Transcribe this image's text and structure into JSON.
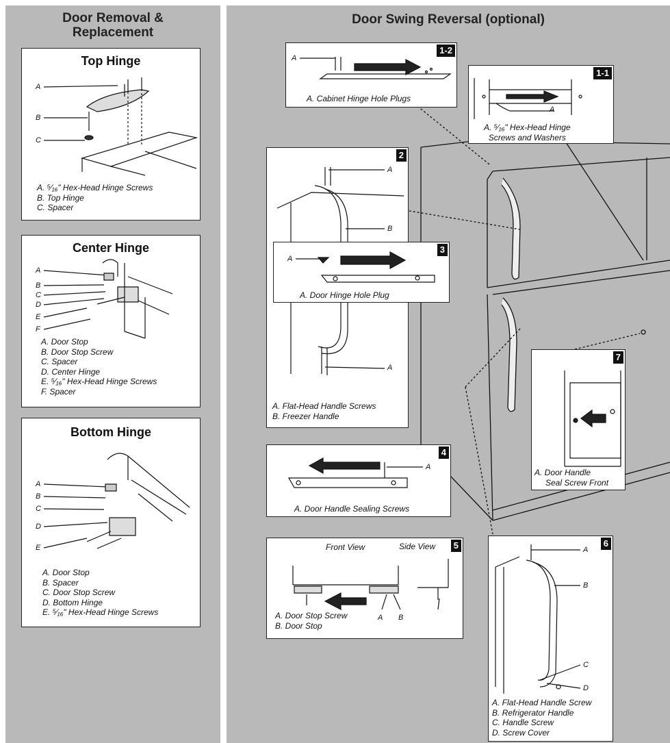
{
  "left": {
    "title_line1": "Door Removal &",
    "title_line2": "Replacement",
    "top_hinge": {
      "title": "Top Hinge",
      "labels": [
        "A",
        "B",
        "C"
      ],
      "captions": [
        "A. ⁵⁄₁₆\" Hex-Head Hinge Screws",
        "B. Top Hinge",
        "C. Spacer"
      ]
    },
    "center_hinge": {
      "title": "Center Hinge",
      "labels": [
        "A",
        "B",
        "C",
        "D",
        "E",
        "F"
      ],
      "captions": [
        "A. Door Stop",
        "B. Door Stop Screw",
        "C. Spacer",
        "D. Center Hinge",
        "E. ⁵⁄₁₆\" Hex-Head Hinge Screws",
        "F. Spacer"
      ]
    },
    "bottom_hinge": {
      "title": "Bottom Hinge",
      "labels": [
        "A",
        "B",
        "C",
        "D",
        "E"
      ],
      "captions": [
        "A. Door Stop",
        "B. Spacer",
        "C. Door Stop Screw",
        "D. Bottom Hinge",
        "E. ⁵⁄₁₆\" Hex-Head Hinge Screws"
      ]
    }
  },
  "right": {
    "title": "Door Swing Reversal (optional)",
    "step_1_2": {
      "badge": "1-2",
      "label": "A",
      "caption": "A. Cabinet Hinge Hole Plugs"
    },
    "step_1_1": {
      "badge": "1-1",
      "label": "A",
      "captions": [
        "A. ⁵⁄₁₆\" Hex-Head Hinge",
        "Screws and Washers"
      ]
    },
    "step_2": {
      "badge": "2",
      "labels": [
        "A",
        "B",
        "A"
      ],
      "captions": [
        "A. Flat-Head Handle Screws",
        "B. Freezer Handle"
      ]
    },
    "step_3": {
      "badge": "3",
      "label": "A",
      "caption": "A. Door Hinge Hole Plug"
    },
    "step_4": {
      "badge": "4",
      "label": "A",
      "caption": "A. Door Handle Sealing Screws"
    },
    "step_5": {
      "badge": "5",
      "front_view": "Front View",
      "side_view": "Side View",
      "labels": [
        "A",
        "B"
      ],
      "captions": [
        "A. Door Stop Screw",
        "B. Door Stop"
      ]
    },
    "step_6": {
      "badge": "6",
      "labels": [
        "A",
        "B",
        "C",
        "D"
      ],
      "captions": [
        "A. Flat-Head Handle Screw",
        "B. Refrigerator Handle",
        "C. Handle Screw",
        "D. Screw Cover"
      ]
    },
    "step_7": {
      "badge": "7",
      "captions": [
        "A. Door Handle",
        "Seal Screw Front"
      ]
    }
  },
  "colors": {
    "background": "#b9b9b9",
    "panel": "#ffffff",
    "ink": "#111111"
  }
}
